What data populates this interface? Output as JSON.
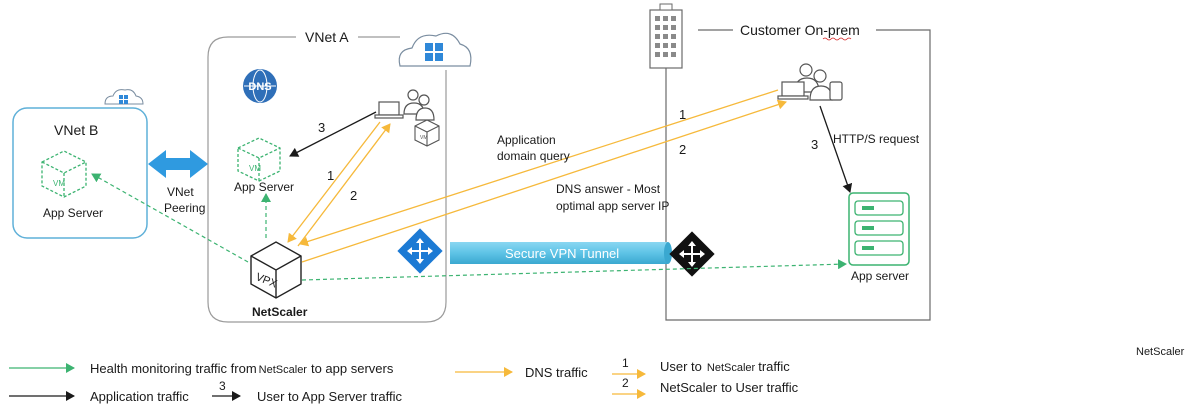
{
  "vnets": {
    "vnet_a": "VNet A",
    "vnet_b": "VNet B",
    "on_prem": "Customer On-prem"
  },
  "nodes": {
    "app_server_vnet_a": "App Server",
    "app_server_vnet_b": "App Server",
    "app_server_onprem": "App server",
    "netscaler": "NetScaler",
    "vpx": "VPX",
    "vm": "VM",
    "dns": "DNS"
  },
  "links": {
    "vnet_peering_line1": "VNet",
    "vnet_peering_line2": "Peering",
    "vpn_tunnel": "Secure VPN Tunnel",
    "app_domain_query_line1": "Application",
    "app_domain_query_line2": "domain query",
    "dns_answer_line1": "DNS answer - Most",
    "dns_answer_line2": "optimal app server IP",
    "http_request": "HTTP/S request"
  },
  "step_numbers": {
    "vnet_a_black": "3",
    "vnet_a_yellow_1": "1",
    "vnet_a_yellow_2": "2",
    "onprem_yellow_1": "1",
    "onprem_yellow_2": "2",
    "onprem_black": "3"
  },
  "legend": {
    "health_monitoring_prefix": "Health monitoring traffic from",
    "health_monitoring_netscaler": "NetScaler",
    "health_monitoring_suffix": "to app servers",
    "application_traffic": "Application traffic",
    "app_step_number": "3",
    "app_step_label": "User to App Server traffic",
    "dns_traffic": "DNS traffic",
    "dns_step1_number": "1",
    "dns_step1_prefix": "User to",
    "dns_step1_netscaler": "NetScaler",
    "dns_step1_suffix": "traffic",
    "dns_step2_number": "2",
    "dns_step2_netscaler": "NetScaler",
    "dns_step2_suffix": "to User traffic"
  },
  "footer_label": "NetScaler",
  "colors": {
    "green": "#3cb371",
    "yellow": "#f6b93b",
    "black": "#1a1a1a",
    "vnet_b_border": "#5fb0d8",
    "vpn_tunnel": "#5ec3e6",
    "router_blue": "#1c7ad4",
    "azure_blue": "#2f88d8"
  }
}
